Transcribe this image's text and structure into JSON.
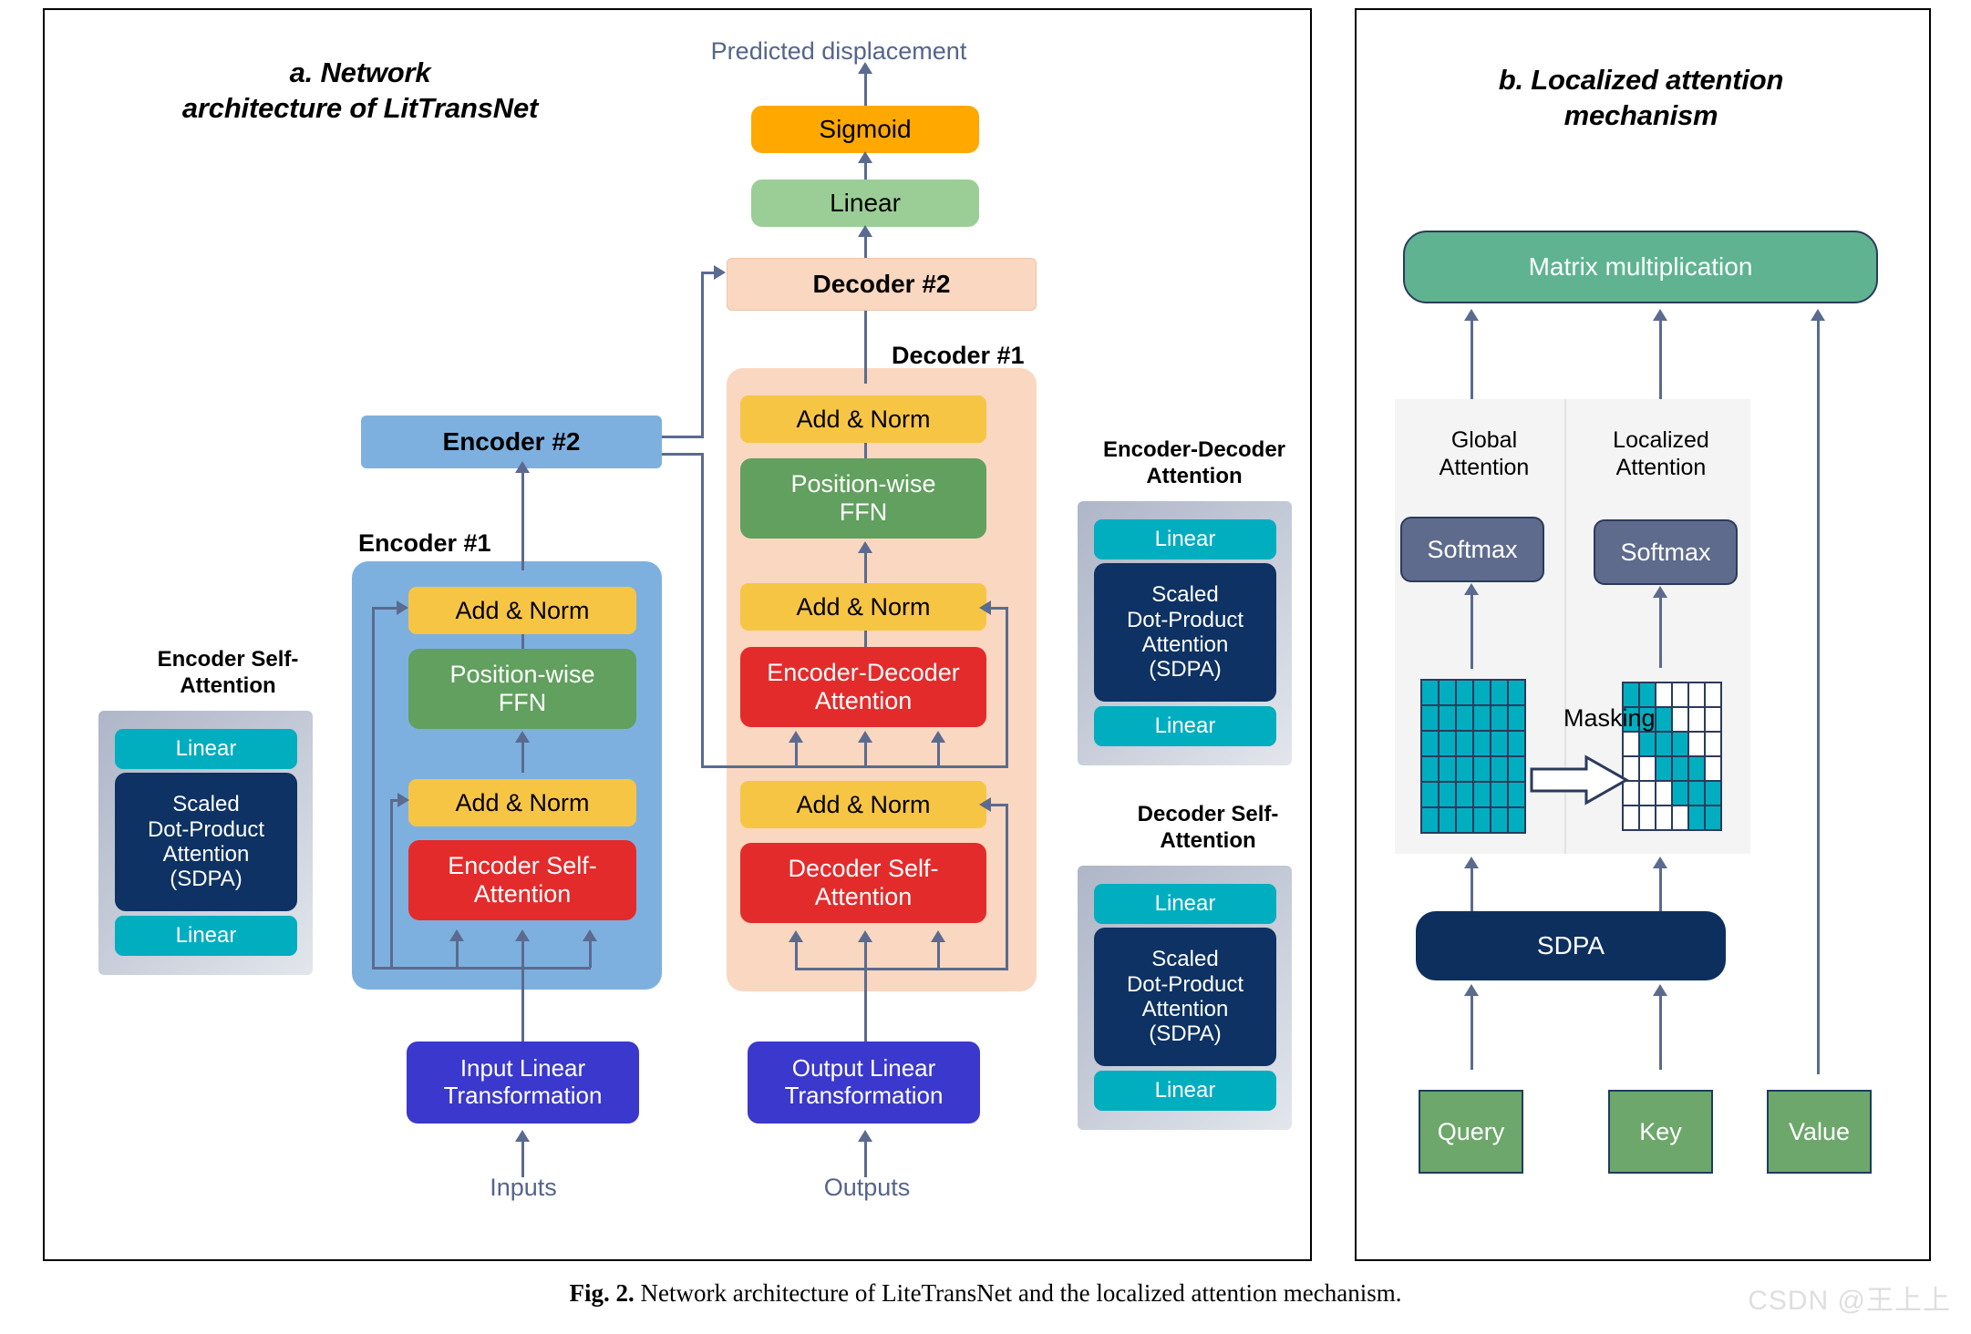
{
  "figure": {
    "caption_label": "Fig. 2.",
    "caption_text": "Network architecture of LiteTransNet and the localized attention mechanism.",
    "watermark": "CSDN @王上上"
  },
  "colors": {
    "orange": "#FFA800",
    "light_green": "#9BCE96",
    "amber": "#F7C544",
    "dark_green": "#61A05E",
    "red": "#E42B2B",
    "indigo": "#3B38CE",
    "cyan": "#00AEC0",
    "navy": "#0D3263",
    "encoder_blue": "#7EB0DF",
    "decoder_peach": "#FAD7C0",
    "slate": "#5E6B8C",
    "matrix_teal": "#00AEC0",
    "qkv_green": "#6DA76B",
    "mm_green": "#5FB391",
    "connector": "#5A6B8F",
    "muted_text": "#55648A"
  },
  "panel_a": {
    "title_line1": "a. Network",
    "title_line2": "architecture of LitTransNet",
    "top_output_label": "Predicted displacement",
    "sigmoid": "Sigmoid",
    "linear": "Linear",
    "decoder2": "Decoder  #2",
    "decoder1_label": "Decoder  #1",
    "encoder2": "Encoder  #2",
    "encoder1_label": "Encoder  #1",
    "encoder_stack": {
      "add_norm_top": "Add & Norm",
      "ffn": "Position-wise\nFFN",
      "add_norm_bottom": "Add & Norm",
      "attention": "Encoder Self-\nAttention"
    },
    "decoder_stack": {
      "add_norm_top": "Add & Norm",
      "ffn": "Position-wise\nFFN",
      "add_norm_mid": "Add & Norm",
      "cross_attention": "Encoder-Decoder\nAttention",
      "add_norm_bottom": "Add & Norm",
      "self_attention": "Decoder Self-\nAttention"
    },
    "input_transform": "Input Linear\nTransformation",
    "output_transform": "Output Linear\nTransformation",
    "inputs_label": "Inputs",
    "outputs_label": "Outputs",
    "callouts": [
      {
        "id": "encoder-self-attention",
        "title": "Encoder Self-\nAttention",
        "top_linear": "Linear",
        "core": "Scaled\nDot-Product\nAttention\n(SDPA)",
        "bottom_linear": "Linear"
      },
      {
        "id": "encoder-decoder-attention",
        "title": "Encoder-Decoder\nAttention",
        "top_linear": "Linear",
        "core": "Scaled\nDot-Product\nAttention\n(SDPA)",
        "bottom_linear": "Linear"
      },
      {
        "id": "decoder-self-attention",
        "title": "Decoder Self-\nAttention",
        "top_linear": "Linear",
        "core": "Scaled\nDot-Product\nAttention\n(SDPA)",
        "bottom_linear": "Linear"
      }
    ]
  },
  "panel_b": {
    "title_line1": "b. Localized attention",
    "title_line2": "mechanism",
    "matrix_multiplication": "Matrix multiplication",
    "global_attention": "Global\nAttention",
    "localized_attention": "Localized\nAttention",
    "softmax_global": "Softmax",
    "softmax_localized": "Softmax",
    "masking_label": "Masking",
    "sdpa": "SDPA",
    "query": "Query",
    "key": "Key",
    "value": "Value",
    "matrices": {
      "rows": 6,
      "cols": 6,
      "global": [
        [
          1,
          1,
          1,
          1,
          1,
          1
        ],
        [
          1,
          1,
          1,
          1,
          1,
          1
        ],
        [
          1,
          1,
          1,
          1,
          1,
          1
        ],
        [
          1,
          1,
          1,
          1,
          1,
          1
        ],
        [
          1,
          1,
          1,
          1,
          1,
          1
        ],
        [
          1,
          1,
          1,
          1,
          1,
          1
        ]
      ],
      "localized": [
        [
          1,
          1,
          0,
          0,
          0,
          0
        ],
        [
          1,
          1,
          1,
          0,
          0,
          0
        ],
        [
          0,
          1,
          1,
          1,
          0,
          0
        ],
        [
          0,
          0,
          1,
          1,
          1,
          0
        ],
        [
          0,
          0,
          0,
          1,
          1,
          1
        ],
        [
          0,
          0,
          0,
          0,
          1,
          1
        ]
      ]
    }
  }
}
